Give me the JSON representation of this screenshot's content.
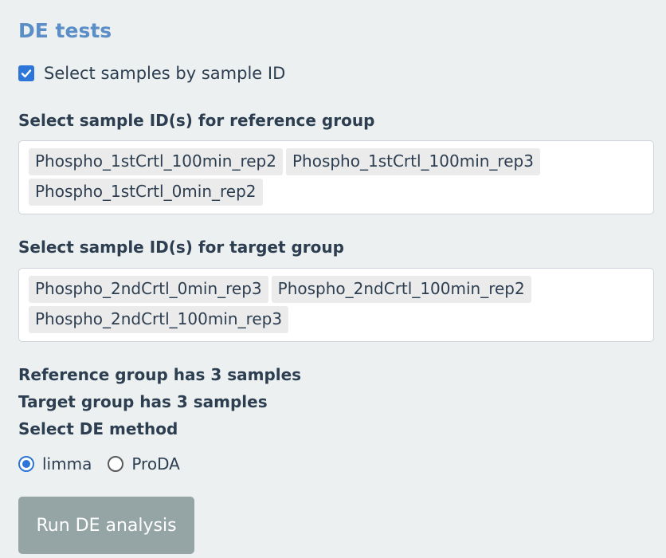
{
  "title": "DE tests",
  "select_by_id": {
    "label": "Select samples by sample ID",
    "checked": true
  },
  "reference_group": {
    "label": "Select sample ID(s) for reference group",
    "selected": [
      "Phospho_1stCrtl_100min_rep2",
      "Phospho_1stCrtl_100min_rep3",
      "Phospho_1stCrtl_0min_rep2"
    ]
  },
  "target_group": {
    "label": "Select sample ID(s) for target group",
    "selected": [
      "Phospho_2ndCrtl_0min_rep3",
      "Phospho_2ndCrtl_100min_rep2",
      "Phospho_2ndCrtl_100min_rep3"
    ]
  },
  "summary": {
    "reference_count_text": "Reference group has 3 samples",
    "target_count_text": "Target group has 3 samples"
  },
  "de_method": {
    "label": "Select DE method",
    "options": [
      {
        "label": "limma",
        "selected": true
      },
      {
        "label": "ProDA",
        "selected": false
      }
    ]
  },
  "run_button_label": "Run DE analysis",
  "colors": {
    "title": "#5b8ec6",
    "accent": "#2d75d8",
    "button_disabled": "#95a5a6",
    "background": "#ecf0f1",
    "text": "#2c3e50"
  }
}
